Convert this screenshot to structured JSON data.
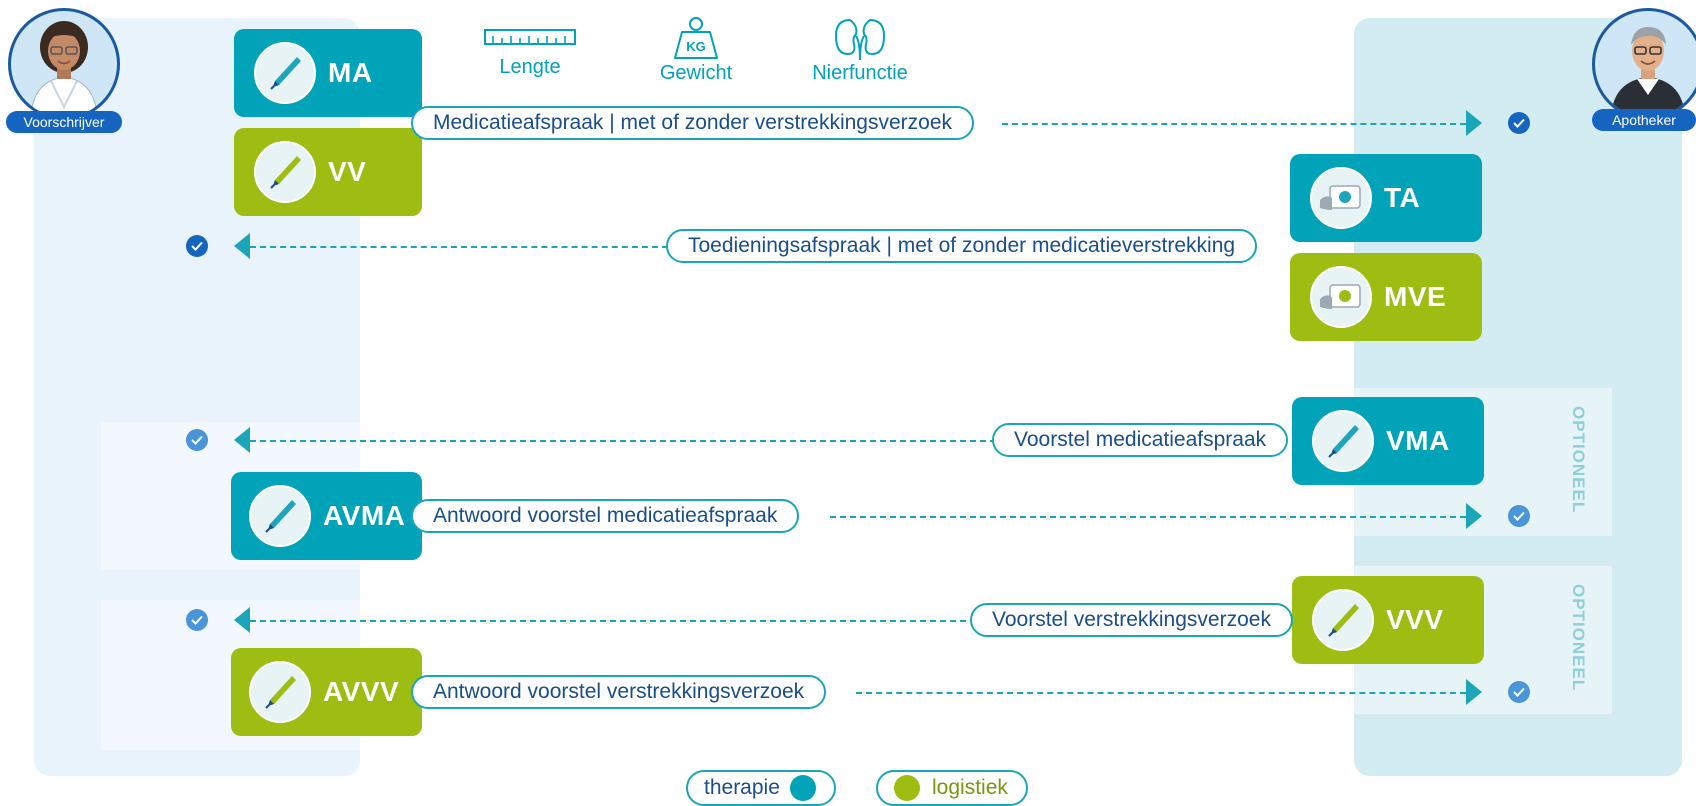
{
  "roles": {
    "prescriber": "Voorschrijver",
    "pharmacist": "Apotheker"
  },
  "measurements": [
    {
      "label": "Lengte",
      "icon": "ruler-icon"
    },
    {
      "label": "Gewicht",
      "icon": "weight-kg-icon",
      "badge": "KG"
    },
    {
      "label": "Nierfunctie",
      "icon": "kidney-icon"
    }
  ],
  "building_blocks": {
    "MA": {
      "label": "MA",
      "category": "therapie",
      "icon": "pen-icon"
    },
    "VV": {
      "label": "VV",
      "category": "logistiek",
      "icon": "pen-icon"
    },
    "TA": {
      "label": "TA",
      "category": "therapie",
      "icon": "medication-hand-icon"
    },
    "MVE": {
      "label": "MVE",
      "category": "logistiek",
      "icon": "medication-hand-icon"
    },
    "VMA": {
      "label": "VMA",
      "category": "therapie",
      "icon": "pen-icon"
    },
    "AVMA": {
      "label": "AVMA",
      "category": "therapie",
      "icon": "pen-icon"
    },
    "VVV": {
      "label": "VVV",
      "category": "logistiek",
      "icon": "pen-icon"
    },
    "AVVV": {
      "label": "AVVV",
      "category": "logistiek",
      "icon": "pen-icon"
    }
  },
  "messages": [
    {
      "label": "Medicatieafspraak | met of zonder verstrekkingsverzoek",
      "direction": "to-pharmacist"
    },
    {
      "label": "Toedieningsafspraak | met of zonder medicatieverstrekking",
      "direction": "to-prescriber"
    },
    {
      "label": "Voorstel medicatieafspraak",
      "direction": "to-prescriber"
    },
    {
      "label": "Antwoord voorstel medicatieafspraak",
      "direction": "to-pharmacist"
    },
    {
      "label": "Voorstel verstrekkingsverzoek",
      "direction": "to-prescriber"
    },
    {
      "label": "Antwoord voorstel verstrekkingsverzoek",
      "direction": "to-pharmacist"
    }
  ],
  "optional_label": "OPTIONEEL",
  "legend": {
    "therapy": "therapie",
    "logistics": "logistiek"
  },
  "colors": {
    "therapy": "#00a3b8",
    "logistics": "#9dbd12",
    "arrow": "#1aa6b8",
    "pill_text": "#1a4e8a",
    "check": "#1565c0"
  }
}
